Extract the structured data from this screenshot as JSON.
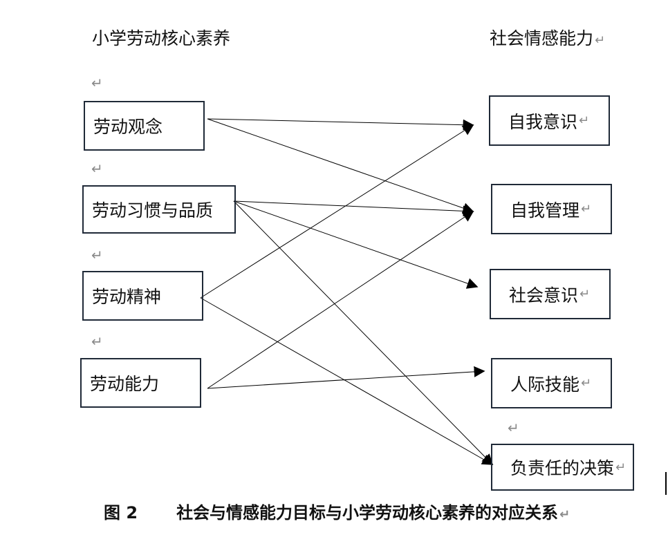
{
  "headings": {
    "left": "小学劳动核心素养",
    "right": "社会情感能力"
  },
  "paragraph_mark": "↵",
  "left_nodes": [
    {
      "id": "L1",
      "label": "劳动观念"
    },
    {
      "id": "L2",
      "label": "劳动习惯与品质"
    },
    {
      "id": "L3",
      "label": "劳动精神"
    },
    {
      "id": "L4",
      "label": "劳动能力"
    }
  ],
  "right_nodes": [
    {
      "id": "R1",
      "label": "自我意识"
    },
    {
      "id": "R2",
      "label": "自我管理"
    },
    {
      "id": "R3",
      "label": "社会意识"
    },
    {
      "id": "R4",
      "label": "人际技能"
    },
    {
      "id": "R5",
      "label": "负责任的决策"
    }
  ],
  "edges": [
    {
      "from": "L1",
      "to": "R1"
    },
    {
      "from": "L1",
      "to": "R2"
    },
    {
      "from": "L2",
      "to": "R2"
    },
    {
      "from": "L2",
      "to": "R3"
    },
    {
      "from": "L2",
      "to": "R5"
    },
    {
      "from": "L3",
      "to": "R1"
    },
    {
      "from": "L3",
      "to": "R5"
    },
    {
      "from": "L4",
      "to": "R2"
    },
    {
      "from": "L4",
      "to": "R4"
    }
  ],
  "caption": {
    "number": "图 2",
    "text": "社会与情感能力目标与小学劳动核心素养的对应关系"
  }
}
